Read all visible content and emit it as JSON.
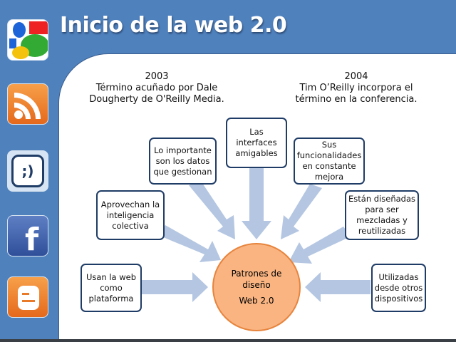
{
  "title": "Inicio de la web 2.0",
  "sidebar_icons": [
    "google-icon",
    "rss-icon",
    "smiley-wink-icon",
    "facebook-icon",
    "blogger-icon"
  ],
  "notes": {
    "left": {
      "year": "2003",
      "text": "Término acuñado por Dale\nDougherty de O'Reilly Media."
    },
    "right": {
      "year": "2004",
      "text": "Tim O’Reilly incorpora el\ntérmino en la conferencia."
    }
  },
  "center": {
    "line1": "Patrones de\ndiseño",
    "line2": "Web 2.0"
  },
  "boxes": [
    "Usan la web\ncomo\nplataforma",
    "Aprovechan la\ninteligencia\ncolectiva",
    "Lo importante\nson los datos\nque gestionan",
    "Las\ninterfaces\namigables",
    "Sus\nfuncionalidades\nen constante\nmejora",
    "Están diseñadas\npara ser\nmezcladas y\nreutilizadas",
    "Utilizadas\ndesde otros\ndispositivos"
  ],
  "colors": {
    "background": "#4f81bd",
    "arrow": "#b4c6e1",
    "circle": "#f9b481",
    "box_border": "#1f3c66"
  }
}
